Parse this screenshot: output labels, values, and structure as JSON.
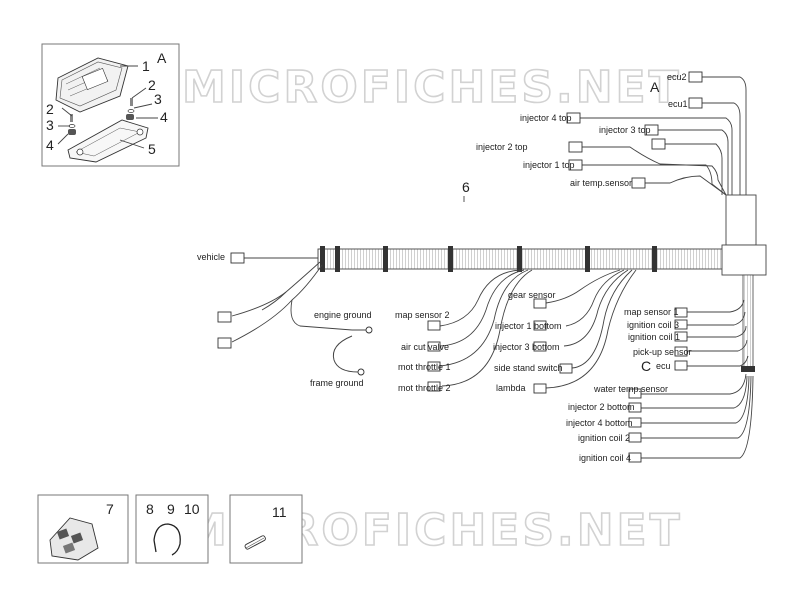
{
  "watermark": "MICROFICHES.NET",
  "letters": {
    "A_inset": "A",
    "A_main": "A",
    "C": "C"
  },
  "inset_numbers": [
    "1",
    "2",
    "2",
    "3",
    "3",
    "4",
    "4",
    "5"
  ],
  "harness_number": "6",
  "bottom_panels": {
    "p7": "7",
    "p8": "8",
    "p9": "9",
    "p10": "10",
    "p11": "11"
  },
  "labels": {
    "ecu2": "ecu2",
    "ecu1": "ecu1",
    "injector4top": "injector 4 top",
    "injector3top": "injector 3 top",
    "injector2top": "injector 2 top",
    "injector1top": "injector 1 top",
    "airtemp": "air temp.sensor",
    "vehicle": "vehicle",
    "engineground": "engine ground",
    "frameground": "frame ground",
    "gearsensor": "gear sensor",
    "mapsensor2": "map sensor 2",
    "aircutvalve": "air cut valve",
    "motthrottle1": "mot throttle 1",
    "motthrottle2": "mot throttle 2",
    "injector1bottom": "injector 1 bottom",
    "injector3bottom": "injector 3 bottom",
    "sidestand": "side stand switch",
    "lambda": "lambda",
    "mapsensor1": "map sensor 1",
    "ignitioncoil3": "ignition coil 3",
    "ignitioncoil1": "ignition coil 1",
    "pickup": "pick-up sensor",
    "ecu": "ecu",
    "watertemp": "water temp.sensor",
    "injector2bottom": "injector 2 bottom",
    "injector4bottom": "injector 4 bottom",
    "ignitioncoil2": "ignition coil 2",
    "ignitioncoil4": "ignition coil 4"
  }
}
